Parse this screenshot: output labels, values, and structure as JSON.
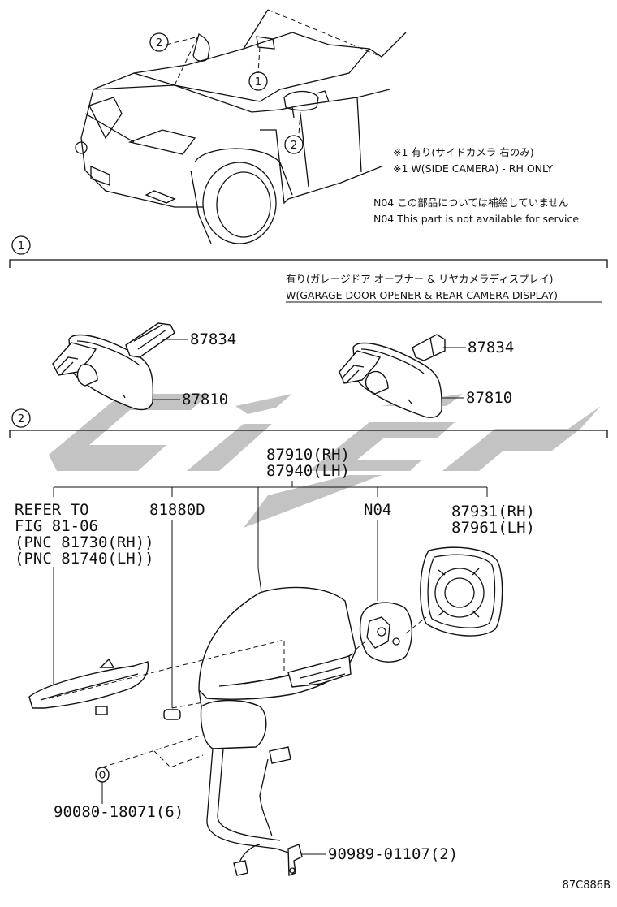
{
  "notes": {
    "side_camera_jp": "※1 有り(サイドカメラ 右のみ)",
    "side_camera_en": "※1 W(SIDE CAMERA) - RH ONLY",
    "n04_jp": "N04 この部品については補給していません",
    "n04_en": "N04 This part is not available for service"
  },
  "callouts": {
    "c1_top": "1",
    "c2_top": "2",
    "c2_side": "2",
    "c1_section": "1",
    "c2_section": "2"
  },
  "section1": {
    "option_jp": "有り(ガレージドア オープナー & リヤカメラディスプレイ)",
    "option_en": "W(GARAGE DOOR OPENER & REAR CAMERA DISPLAY)",
    "left_cover": "87834",
    "left_mirror": "87810",
    "right_cover": "87834",
    "right_mirror": "87810"
  },
  "section2": {
    "assy_rh": "87910(RH)",
    "assy_lh": "87940(LH)",
    "refer_1": "REFER TO",
    "refer_2": "FIG 81-06",
    "refer_3": "(PNC 81730(RH))",
    "refer_4": "(PNC 81740(LH))",
    "pad": "81880D",
    "actuator": "N04",
    "glass_rh": "87931(RH)",
    "glass_lh": "87961(LH)",
    "nut": "90080-18071(6)",
    "clamp": "90989-01107(2)"
  },
  "figure_code": "87C886B"
}
